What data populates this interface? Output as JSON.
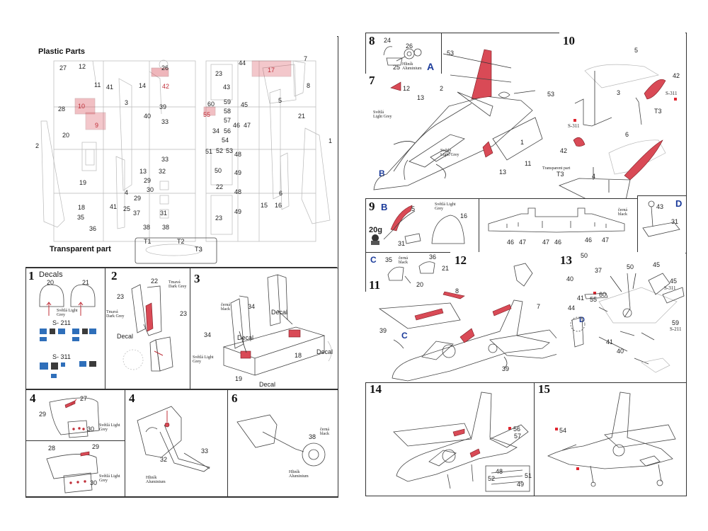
{
  "left_page": {
    "plastic_title": "Plastic Parts",
    "transparent_title": "Transparent part",
    "sprue_numbers": [
      {
        "t": "27"
      },
      {
        "t": "12"
      },
      {
        "t": "11"
      },
      {
        "t": "41"
      },
      {
        "t": "14"
      },
      {
        "t": "26"
      },
      {
        "t": "42"
      },
      {
        "t": "28"
      },
      {
        "t": "10"
      },
      {
        "t": "3"
      },
      {
        "t": "40"
      },
      {
        "t": "39"
      },
      {
        "t": "33"
      },
      {
        "t": "9"
      },
      {
        "t": "20"
      },
      {
        "t": "2"
      },
      {
        "t": "33"
      },
      {
        "t": "32"
      },
      {
        "t": "13"
      },
      {
        "t": "29"
      },
      {
        "t": "19"
      },
      {
        "t": "4"
      },
      {
        "t": "30"
      },
      {
        "t": "29"
      },
      {
        "t": "18"
      },
      {
        "t": "41"
      },
      {
        "t": "25"
      },
      {
        "t": "37"
      },
      {
        "t": "31"
      },
      {
        "t": "35"
      },
      {
        "t": "36"
      },
      {
        "t": "38"
      },
      {
        "t": "38"
      },
      {
        "t": "44"
      },
      {
        "t": "17"
      },
      {
        "t": "7"
      },
      {
        "t": "23"
      },
      {
        "t": "43"
      },
      {
        "t": "8"
      },
      {
        "t": "60"
      },
      {
        "t": "59"
      },
      {
        "t": "45"
      },
      {
        "t": "5"
      },
      {
        "t": "55"
      },
      {
        "t": "58"
      },
      {
        "t": "57"
      },
      {
        "t": "46"
      },
      {
        "t": "47"
      },
      {
        "t": "21"
      },
      {
        "t": "34"
      },
      {
        "t": "56"
      },
      {
        "t": "54"
      },
      {
        "t": "1"
      },
      {
        "t": "51"
      },
      {
        "t": "52"
      },
      {
        "t": "53"
      },
      {
        "t": "48"
      },
      {
        "t": "50"
      },
      {
        "t": "49"
      },
      {
        "t": "22"
      },
      {
        "t": "48"
      },
      {
        "t": "6"
      },
      {
        "t": "15"
      },
      {
        "t": "16"
      },
      {
        "t": "23"
      },
      {
        "t": "49"
      }
    ],
    "transparent_numbers": [
      {
        "t": "T1"
      },
      {
        "t": "T2"
      },
      {
        "t": "T3"
      }
    ],
    "step1": {
      "num": "1",
      "decals": "Decals",
      "p20": "20",
      "p21": "21",
      "color": "Světlá Light Grey",
      "s211": "S- 211",
      "s311": "S- 311"
    },
    "step2": {
      "num": "2",
      "p22": "22",
      "p23a": "23",
      "p23b": "23",
      "dark1": "Tmavá Dark Grey",
      "dark2": "Tmavá Dark Grey",
      "decal": "Decal"
    },
    "step3": {
      "num": "3",
      "p34a": "34",
      "p34b": "34",
      "p18": "18",
      "p19": "19",
      "decal1": "Decal",
      "decal2": "Decal",
      "decal3": "Decal",
      "decal4": "Decal",
      "black": "černá black",
      "grey": "Světlá Light Grey"
    },
    "step4a": {
      "num": "4",
      "p29": "29",
      "p27": "27",
      "p30": "30",
      "grey": "Světlá Light Grey"
    },
    "step4b": {
      "p28": "28",
      "p29": "29",
      "p30": "30",
      "grey": "Světlá Light Grey"
    },
    "step4c": {
      "num": "4",
      "p33": "33",
      "p32": "32",
      "alu": "Hliník Aluminium"
    },
    "step6": {
      "num": "6",
      "p38": "38",
      "black": "černá black",
      "alu": "Hliník Aluminium"
    }
  },
  "right_page": {
    "step8": {
      "num": "8",
      "p24": "24",
      "p26": "26",
      "p25": "25",
      "alu": "Hliník Aluminium",
      "tag": "A"
    },
    "step7": {
      "num": "7",
      "p53a": "53",
      "p53b": "53",
      "p2": "2",
      "p12": "12",
      "p13a": "13",
      "p13b": "13",
      "p1": "1",
      "p11": "11",
      "grey1": "Světlá Light Grey",
      "grey2": "Světlá Light Grey",
      "tag": "B"
    },
    "step10": {
      "num": "10",
      "p5": "5",
      "p3": "3",
      "p42a": "42",
      "p42b": "42",
      "p6": "6",
      "p4": "4",
      "s311a": "S-311",
      "s311b": "S-311",
      "t3a": "T3",
      "t3b": "T3",
      "trans": "Transparent part"
    },
    "step9": {
      "num": "9",
      "tag": "B",
      "p15": "15",
      "p16": "16",
      "p31": "31",
      "weight": "20g",
      "grey": "Světlá Light Grey"
    },
    "wing_view": {
      "labels": [
        {
          "t": "46"
        },
        {
          "t": "47"
        },
        {
          "t": "47"
        },
        {
          "t": "46"
        },
        {
          "t": "46"
        },
        {
          "t": "47"
        }
      ]
    },
    "step_d": {
      "tag": "D",
      "p43": "43",
      "p31": "31",
      "black": "černá black"
    },
    "step11": {
      "num": "11",
      "tag": "C",
      "p35": "35",
      "p36": "36",
      "p21": "21",
      "p20": "20",
      "black": "černá black"
    },
    "step12": {
      "num": "12",
      "p8": "8",
      "p7": "7",
      "p39a": "39",
      "p39b": "39",
      "tag": "C"
    },
    "step13": {
      "num": "13",
      "p50a": "50",
      "p50b": "50",
      "p37": "37",
      "p45a": "45",
      "p45b": "45",
      "p40a": "40",
      "p40b": "40",
      "p41a": "41",
      "p41b": "41",
      "p60": "60",
      "p55": "55",
      "p44": "44",
      "p59": "59",
      "tag": "D",
      "s211": "S-211",
      "s311": "S-311"
    },
    "step14": {
      "num": "14",
      "p56": "56",
      "p57": "57",
      "p48": "48",
      "p51": "51",
      "p52": "52",
      "p49": "49"
    },
    "step15": {
      "num": "15",
      "p54": "54"
    }
  }
}
